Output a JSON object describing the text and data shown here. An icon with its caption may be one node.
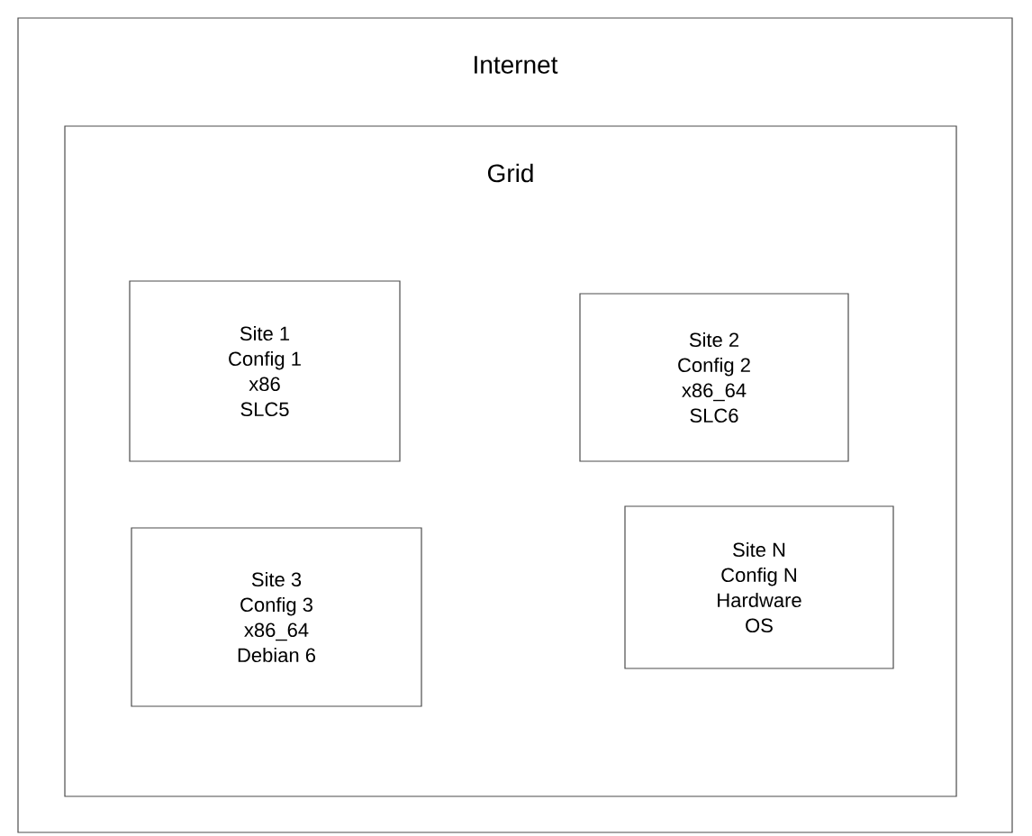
{
  "diagram": {
    "nodes": [
      {
        "text": [
          "Internet"
        ]
      },
      {
        "text": [
          "Grid"
        ],
        "in": 0
      },
      {
        "text": [
          "Site 1",
          "Config 1",
          "x86",
          "SLC5"
        ],
        "in": 1
      },
      {
        "text": [
          "Site 2",
          "Config 2",
          "x86_64",
          "SLC6"
        ],
        "in": 1
      },
      {
        "text": [
          "Site 3",
          "Config 3",
          "x86_64",
          "Debian 6"
        ],
        "in": 1
      },
      {
        "text": [
          "Site N",
          "Config N",
          "Hardware",
          "OS"
        ],
        "in": 1
      }
    ]
  }
}
